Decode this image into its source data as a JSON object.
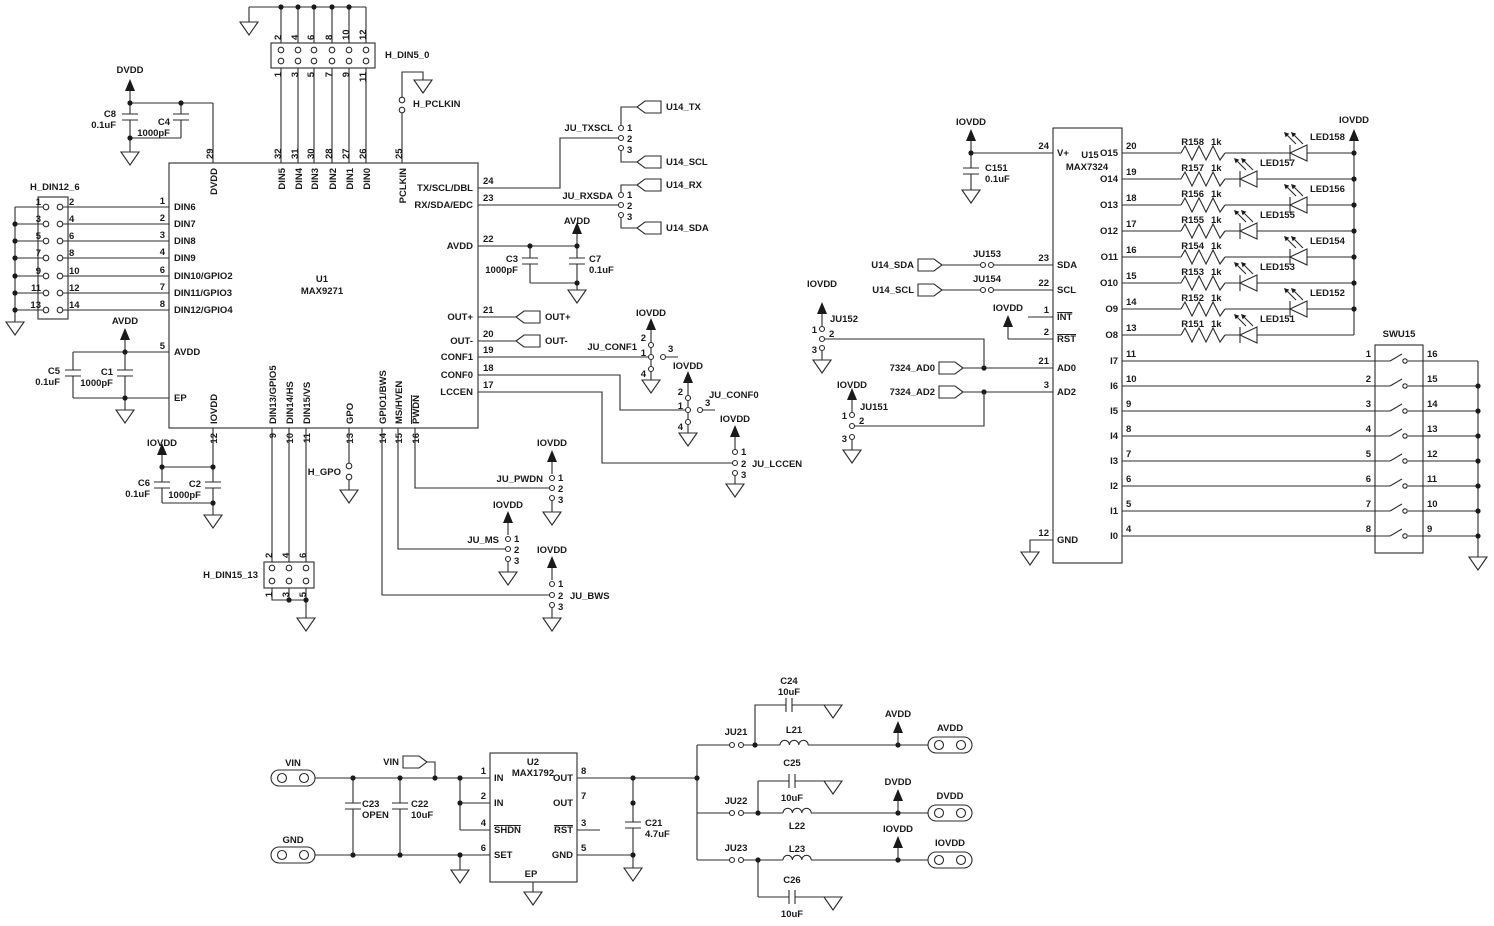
{
  "nets": {
    "dvdd": "DVDD",
    "avdd": "AVDD",
    "iovdd": "IOVDD"
  },
  "u1": {
    "ref": "U1",
    "part": "MAX9271",
    "left": [
      {
        "n": "1",
        "s": "DIN6"
      },
      {
        "n": "2",
        "s": "DIN7"
      },
      {
        "n": "3",
        "s": "DIN8"
      },
      {
        "n": "4",
        "s": "DIN9"
      },
      {
        "n": "6",
        "s": "DIN10/GPIO2"
      },
      {
        "n": "7",
        "s": "DIN11/GPIO3"
      },
      {
        "n": "8",
        "s": "DIN12/GPIO4"
      },
      {
        "n": "5",
        "s": "AVDD"
      },
      {
        "n": "",
        "s": "EP"
      }
    ],
    "top": [
      {
        "n": "29",
        "s": "DVDD"
      },
      {
        "n": "32",
        "s": "DIN5"
      },
      {
        "n": "31",
        "s": "DIN4"
      },
      {
        "n": "30",
        "s": "DIN3"
      },
      {
        "n": "28",
        "s": "DIN2"
      },
      {
        "n": "27",
        "s": "DIN1"
      },
      {
        "n": "26",
        "s": "DIN0"
      },
      {
        "n": "25",
        "s": "PCLKIN"
      }
    ],
    "right": [
      {
        "n": "24",
        "s": "TX/SCL/DBL"
      },
      {
        "n": "23",
        "s": "RX/SDA/EDC"
      },
      {
        "n": "22",
        "s": "AVDD"
      },
      {
        "n": "21",
        "s": "OUT+"
      },
      {
        "n": "20",
        "s": "OUT-"
      },
      {
        "n": "19",
        "s": "CONF1"
      },
      {
        "n": "18",
        "s": "CONF0"
      },
      {
        "n": "17",
        "s": "LCCEN"
      }
    ],
    "bottom": [
      {
        "n": "12",
        "s": "IOVDD"
      },
      {
        "n": "9",
        "s": "DIN13/GPIO5"
      },
      {
        "n": "10",
        "s": "DIN14/HS"
      },
      {
        "n": "11",
        "s": "DIN15/VS"
      },
      {
        "n": "13",
        "s": "GPO"
      },
      {
        "n": "14",
        "s": "GPIO1/BWS"
      },
      {
        "n": "15",
        "s": "MS/HVEN"
      },
      {
        "n": "16",
        "s": "PWDN"
      }
    ]
  },
  "u2": {
    "ref": "U2",
    "part": "MAX1792",
    "left": [
      {
        "n": "1",
        "s": "IN"
      },
      {
        "n": "2",
        "s": "IN"
      },
      {
        "n": "4",
        "s": "SHDN"
      },
      {
        "n": "6",
        "s": "SET"
      }
    ],
    "right": [
      {
        "n": "8",
        "s": "OUT"
      },
      {
        "n": "7",
        "s": "OUT"
      },
      {
        "n": "3",
        "s": "RST"
      },
      {
        "n": "5",
        "s": "GND"
      }
    ],
    "ep": "EP"
  },
  "u15": {
    "ref": "U15",
    "part": "MAX7324",
    "left": [
      {
        "n": "24",
        "s": "V+"
      },
      {
        "n": "23",
        "s": "SDA"
      },
      {
        "n": "22",
        "s": "SCL"
      },
      {
        "n": "1",
        "s": "INT"
      },
      {
        "n": "2",
        "s": "RST"
      },
      {
        "n": "21",
        "s": "AD0"
      },
      {
        "n": "3",
        "s": "AD2"
      },
      {
        "n": "12",
        "s": "GND"
      }
    ],
    "out": [
      {
        "n": "20",
        "s": "O15"
      },
      {
        "n": "19",
        "s": "O14"
      },
      {
        "n": "18",
        "s": "O13"
      },
      {
        "n": "17",
        "s": "O12"
      },
      {
        "n": "16",
        "s": "O11"
      },
      {
        "n": "15",
        "s": "O10"
      },
      {
        "n": "14",
        "s": "O9"
      },
      {
        "n": "13",
        "s": "O8"
      }
    ],
    "in": [
      {
        "n": "11",
        "s": "I7"
      },
      {
        "n": "10",
        "s": "I6"
      },
      {
        "n": "9",
        "s": "I5"
      },
      {
        "n": "8",
        "s": "I4"
      },
      {
        "n": "7",
        "s": "I3"
      },
      {
        "n": "6",
        "s": "I2"
      },
      {
        "n": "5",
        "s": "I1"
      },
      {
        "n": "4",
        "s": "I0"
      }
    ]
  },
  "headers": {
    "din5": {
      "label": "H_DIN5_0",
      "top": [
        "2",
        "4",
        "6",
        "8",
        "10",
        "12"
      ],
      "bot": [
        "1",
        "3",
        "5",
        "7",
        "9",
        "11"
      ]
    },
    "pclkin": {
      "label": "H_PCLKIN"
    },
    "din12": {
      "label": "H_DIN12_6",
      "left": [
        "1",
        "3",
        "5",
        "7",
        "9",
        "11",
        "13"
      ],
      "right": [
        "2",
        "4",
        "6",
        "8",
        "10",
        "12",
        "14"
      ]
    },
    "din15": {
      "label": "H_DIN15_13",
      "top": [
        "2",
        "4",
        "6"
      ],
      "bot": [
        "1",
        "3",
        "5"
      ]
    },
    "gpo": {
      "label": "H_GPO"
    }
  },
  "caps": {
    "c8": {
      "ref": "C8",
      "val": "0.1uF"
    },
    "c4": {
      "ref": "C4",
      "val": "1000pF"
    },
    "c5": {
      "ref": "C5",
      "val": "0.1uF"
    },
    "c1": {
      "ref": "C1",
      "val": "1000pF"
    },
    "c6": {
      "ref": "C6",
      "val": "0.1uF"
    },
    "c2": {
      "ref": "C2",
      "val": "1000pF"
    },
    "c3": {
      "ref": "C3",
      "val": "1000pF"
    },
    "c7": {
      "ref": "C7",
      "val": "0.1uF"
    },
    "c151": {
      "ref": "C151",
      "val": "0.1uF"
    },
    "c21": {
      "ref": "C21",
      "val": "4.7uF"
    },
    "c22": {
      "ref": "C22",
      "val": "10uF"
    },
    "c23": {
      "ref": "C23",
      "val": "OPEN"
    },
    "c24": {
      "ref": "C24",
      "val": "10uF"
    },
    "c25": {
      "ref": "C25",
      "val": "10uF"
    },
    "c26": {
      "ref": "C26",
      "val": "10uF"
    }
  },
  "inductors": {
    "l21": "L21",
    "l22": "L22",
    "l23": "L23"
  },
  "resistors": [
    {
      "ref": "R158",
      "val": "1k"
    },
    {
      "ref": "R157",
      "val": "1k"
    },
    {
      "ref": "R156",
      "val": "1k"
    },
    {
      "ref": "R155",
      "val": "1k"
    },
    {
      "ref": "R154",
      "val": "1k"
    },
    {
      "ref": "R153",
      "val": "1k"
    },
    {
      "ref": "R152",
      "val": "1k"
    },
    {
      "ref": "R151",
      "val": "1k"
    }
  ],
  "leds": [
    "LED158",
    "LED157",
    "LED156",
    "LED155",
    "LED154",
    "LED153",
    "LED152",
    "LED151"
  ],
  "jumpers": {
    "txscl": "JU_TXSCL",
    "rxsda": "JU_RXSDA",
    "conf1": "JU_CONF1",
    "conf0": "JU_CONF0",
    "lccen": "JU_LCCEN",
    "pwdn": "JU_PWDN",
    "ms": "JU_MS",
    "bws": "JU_BWS",
    "ju151": "JU151",
    "ju152": "JU152",
    "ju153": "JU153",
    "ju154": "JU154",
    "ju21": "JU21",
    "ju22": "JU22",
    "ju23": "JU23",
    "p": [
      "1",
      "2",
      "3",
      "4"
    ]
  },
  "tags": {
    "u14_tx": "U14_TX",
    "u14_scl": "U14_SCL",
    "u14_rx": "U14_RX",
    "u14_sda": "U14_SDA",
    "ad0": "7324_AD0",
    "ad2": "7324_AD2",
    "outp": "OUT+",
    "outn": "OUT-",
    "vin": "VIN"
  },
  "switch": {
    "label": "SWU15",
    "left": [
      "1",
      "2",
      "3",
      "4",
      "5",
      "6",
      "7",
      "8"
    ],
    "right": [
      "16",
      "15",
      "14",
      "13",
      "12",
      "11",
      "10",
      "9"
    ]
  },
  "terminals": {
    "vin": "VIN",
    "gnd": "GND",
    "avdd": "AVDD",
    "dvdd": "DVDD",
    "iovdd": "IOVDD"
  }
}
